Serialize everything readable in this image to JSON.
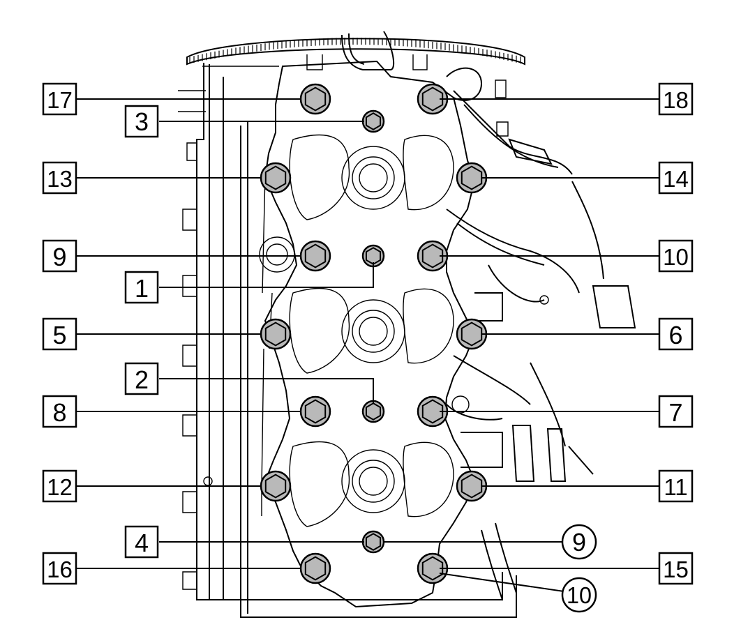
{
  "diagram": {
    "bolt_labels": {
      "17": "17",
      "3": "3",
      "13": "13",
      "9": "9",
      "1": "1",
      "5": "5",
      "2": "2",
      "8": "8",
      "12": "12",
      "4": "4",
      "16": "16",
      "18": "18",
      "14": "14",
      "10": "10",
      "6": "6",
      "7": "7",
      "11": "11",
      "15": "15"
    },
    "callouts": {
      "c9": "9",
      "c10": "10"
    },
    "colors": {
      "line": "#000000",
      "bolt_fill": "#b9b9b9",
      "background": "#ffffff"
    }
  }
}
